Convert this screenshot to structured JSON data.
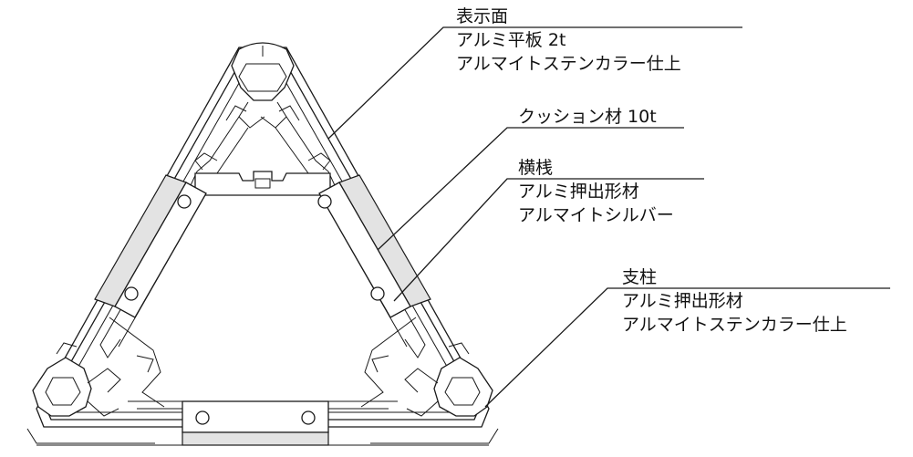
{
  "callouts": {
    "display_face": {
      "title": "表示面",
      "lines": [
        "アルミ平板 2t",
        "アルマイトステンカラー仕上"
      ]
    },
    "cushion": {
      "title": "クッション材 10t"
    },
    "crossbar": {
      "title": "横桟",
      "lines": [
        "アルミ押出形材",
        "アルマイトシルバー"
      ]
    },
    "post": {
      "title": "支柱",
      "lines": [
        "アルミ押出形材",
        "アルマイトステンカラー仕上"
      ]
    }
  },
  "colors": {
    "line": "#1a1a1a",
    "cushion_fill": "#e3e3e3",
    "background": "#ffffff"
  }
}
